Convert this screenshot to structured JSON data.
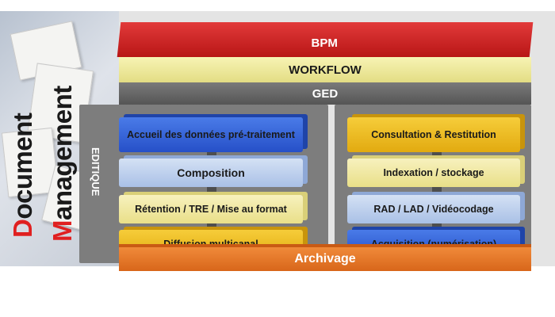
{
  "title": {
    "doc_first": "D",
    "doc_rest": "ocument",
    "mgmt_first": "M",
    "mgmt_rest": "anagement"
  },
  "bars": {
    "bpm": "BPM",
    "workflow": "WORKFLOW",
    "ged": "GED",
    "archivage": "Archivage"
  },
  "editique_label": "EDITIQUE",
  "left_column": [
    "Accueil des données pré-traitement",
    "Composition",
    "Rétention / TRE / Mise au format",
    "Diffusion multicanal"
  ],
  "right_column": [
    "Consultation & Restitution",
    "Indexation / stockage",
    "RAD / LAD / Vidéocodage",
    "Acquisition (numérisation)"
  ],
  "colors": {
    "bpm": "#c81e1e",
    "workflow": "#f0ec96",
    "ged": "#6a6a6a",
    "archivage": "#e67a2a",
    "blue": "#2c5fd6",
    "light_blue": "#bcd0ee",
    "pale_yellow": "#f3ecac",
    "yellow": "#f2c21e",
    "title_highlight": "#e02020"
  }
}
